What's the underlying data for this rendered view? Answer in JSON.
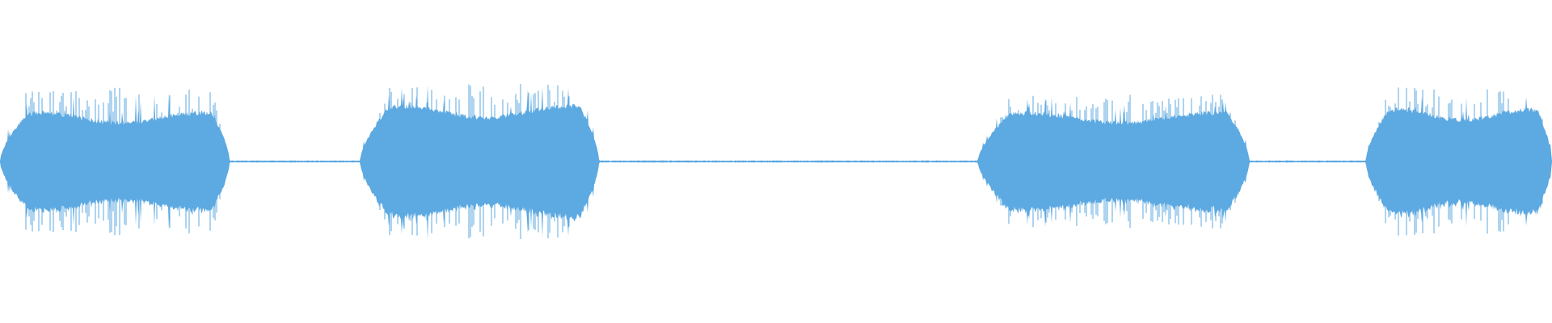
{
  "waveform": {
    "color": "#5DA9E1",
    "background": "#FFFFFF",
    "channels": 1,
    "segments": [
      {
        "type": "sound",
        "start": 0.0,
        "end": 0.148,
        "peak": 0.46,
        "rms_level": 0.3
      },
      {
        "type": "silence",
        "start": 0.148,
        "end": 0.232
      },
      {
        "type": "sound",
        "start": 0.232,
        "end": 0.386,
        "peak": 0.48,
        "rms_level": 0.34
      },
      {
        "type": "silence",
        "start": 0.386,
        "end": 0.63
      },
      {
        "type": "sound",
        "start": 0.63,
        "end": 0.805,
        "peak": 0.42,
        "rms_level": 0.3
      },
      {
        "type": "silence",
        "start": 0.805,
        "end": 0.88
      },
      {
        "type": "sound",
        "start": 0.88,
        "end": 1.0,
        "peak": 0.46,
        "rms_level": 0.32
      }
    ]
  }
}
